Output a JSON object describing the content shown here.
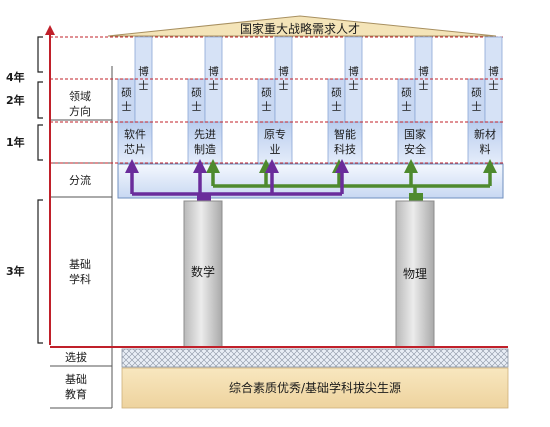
{
  "roof": {
    "title": "国家重大战略需求人才"
  },
  "timeline": {
    "year4": "4年",
    "year2": "2年",
    "year1": "1年",
    "year3": "3年"
  },
  "left_labels": {
    "domain": [
      "领域",
      "方向"
    ],
    "split": "分流",
    "basic_subject": [
      "基础",
      "学科"
    ],
    "selection": "选拔",
    "basic_edu": [
      "基础",
      "教育"
    ]
  },
  "fields": [
    {
      "lines": [
        "软件",
        "芯片"
      ],
      "phd": [
        "博",
        "士"
      ],
      "master": [
        "硕",
        "士"
      ]
    },
    {
      "lines": [
        "先进",
        "制造"
      ],
      "phd": [
        "博",
        "士"
      ],
      "master": [
        "硕",
        "士"
      ]
    },
    {
      "lines": [
        "原专",
        "业"
      ],
      "phd": [
        "博",
        "士"
      ],
      "master": [
        "硕",
        "士"
      ]
    },
    {
      "lines": [
        "智能",
        "科技"
      ],
      "phd": [
        "博",
        "士"
      ],
      "master": [
        "硕",
        "士"
      ]
    },
    {
      "lines": [
        "国家",
        "安全"
      ],
      "phd": [
        "博",
        "士"
      ],
      "master": [
        "硕",
        "士"
      ]
    },
    {
      "lines": [
        "新材",
        "料"
      ],
      "phd": [
        "博",
        "士"
      ],
      "master": [
        "硕",
        "士"
      ]
    }
  ],
  "pillars": {
    "math": "数学",
    "physics": "物理"
  },
  "foundation": {
    "text": "综合素质优秀/基础学科拔尖生源"
  },
  "colors": {
    "red": "#c0202a",
    "purple": "#6a2c9b",
    "green": "#4e8a2e",
    "roof": "#f4e4b8",
    "base": "#f3dcac",
    "column": "#c7d6f0",
    "pillar": "#cfcfcf"
  }
}
